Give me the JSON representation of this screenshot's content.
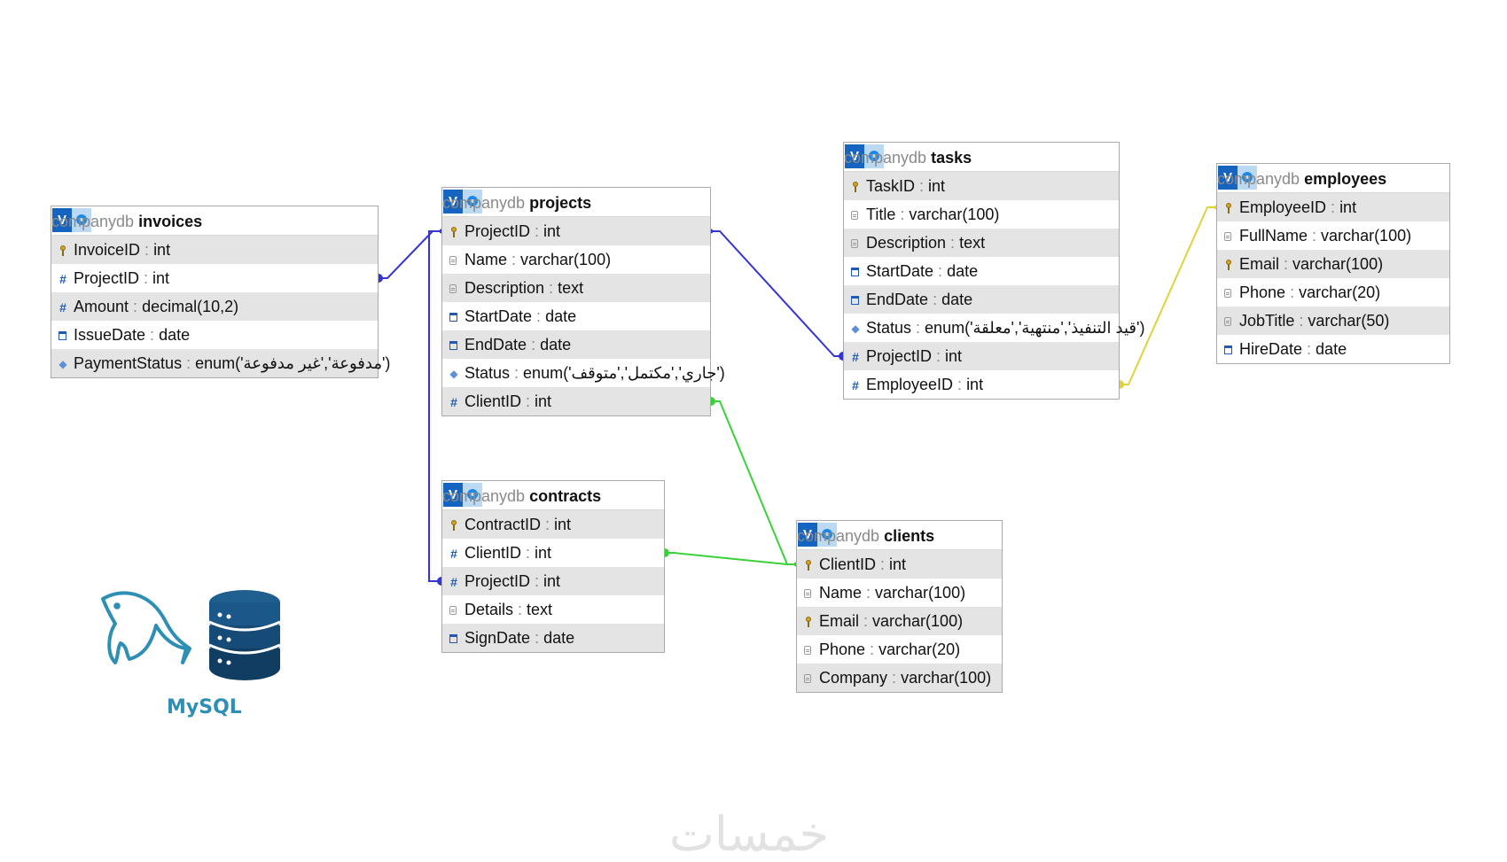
{
  "tables": {
    "invoices": {
      "db": "companydb",
      "name": "invoices",
      "btn": "V",
      "rows": [
        {
          "icon": "key-icon",
          "name": "InvoiceID",
          "type": "int"
        },
        {
          "icon": "number-icon",
          "name": "ProjectID",
          "type": "int"
        },
        {
          "icon": "number-icon",
          "name": "Amount",
          "type": "decimal(10,2)"
        },
        {
          "icon": "date-icon",
          "name": "IssueDate",
          "type": "date"
        },
        {
          "icon": "enum-icon",
          "name": "PaymentStatus",
          "type": "enum('مدفوعة','غير مدفوعة')"
        }
      ]
    },
    "projects": {
      "db": "companydb",
      "name": "projects",
      "btn": "V",
      "rows": [
        {
          "icon": "key-icon",
          "name": "ProjectID",
          "type": "int"
        },
        {
          "icon": "text-icon",
          "name": "Name",
          "type": "varchar(100)"
        },
        {
          "icon": "text-icon",
          "name": "Description",
          "type": "text"
        },
        {
          "icon": "date-icon",
          "name": "StartDate",
          "type": "date"
        },
        {
          "icon": "date-icon",
          "name": "EndDate",
          "type": "date"
        },
        {
          "icon": "enum-icon",
          "name": "Status",
          "type": "enum('جاري','مكتمل','متوقف')"
        },
        {
          "icon": "number-icon",
          "name": "ClientID",
          "type": "int"
        }
      ]
    },
    "tasks": {
      "db": "companydb",
      "name": "tasks",
      "btn": "V",
      "rows": [
        {
          "icon": "key-icon",
          "name": "TaskID",
          "type": "int"
        },
        {
          "icon": "text-icon",
          "name": "Title",
          "type": "varchar(100)"
        },
        {
          "icon": "text-icon",
          "name": "Description",
          "type": "text"
        },
        {
          "icon": "date-icon",
          "name": "StartDate",
          "type": "date"
        },
        {
          "icon": "date-icon",
          "name": "EndDate",
          "type": "date"
        },
        {
          "icon": "enum-icon",
          "name": "Status",
          "type": "enum('قيد التنفيذ','منتهية','معلقة')"
        },
        {
          "icon": "number-icon",
          "name": "ProjectID",
          "type": "int"
        },
        {
          "icon": "number-icon",
          "name": "EmployeeID",
          "type": "int"
        }
      ]
    },
    "employees": {
      "db": "companydb",
      "name": "employees",
      "btn": "V",
      "rows": [
        {
          "icon": "key-icon",
          "name": "EmployeeID",
          "type": "int"
        },
        {
          "icon": "text-icon",
          "name": "FullName",
          "type": "varchar(100)"
        },
        {
          "icon": "key-icon",
          "name": "Email",
          "type": "varchar(100)"
        },
        {
          "icon": "text-icon",
          "name": "Phone",
          "type": "varchar(20)"
        },
        {
          "icon": "text-icon",
          "name": "JobTitle",
          "type": "varchar(50)"
        },
        {
          "icon": "date-icon",
          "name": "HireDate",
          "type": "date"
        }
      ]
    },
    "contracts": {
      "db": "companydb",
      "name": "contracts",
      "btn": "V",
      "rows": [
        {
          "icon": "key-icon",
          "name": "ContractID",
          "type": "int"
        },
        {
          "icon": "number-icon",
          "name": "ClientID",
          "type": "int"
        },
        {
          "icon": "number-icon",
          "name": "ProjectID",
          "type": "int"
        },
        {
          "icon": "text-icon",
          "name": "Details",
          "type": "text"
        },
        {
          "icon": "date-icon",
          "name": "SignDate",
          "type": "date"
        }
      ]
    },
    "clients": {
      "db": "companydb",
      "name": "clients",
      "btn": "V",
      "rows": [
        {
          "icon": "key-icon",
          "name": "ClientID",
          "type": "int"
        },
        {
          "icon": "text-icon",
          "name": "Name",
          "type": "varchar(100)"
        },
        {
          "icon": "key-icon",
          "name": "Email",
          "type": "varchar(100)"
        },
        {
          "icon": "text-icon",
          "name": "Phone",
          "type": "varchar(20)"
        },
        {
          "icon": "text-icon",
          "name": "Company",
          "type": "varchar(100)"
        }
      ]
    }
  },
  "relations": [
    {
      "from": "invoices.ProjectID",
      "to": "projects.ProjectID",
      "color": "#3535d0"
    },
    {
      "from": "contracts.ProjectID",
      "to": "projects.ProjectID",
      "color": "#3535d0"
    },
    {
      "from": "tasks.ProjectID",
      "to": "projects.ProjectID",
      "color": "#3535d0"
    },
    {
      "from": "projects.ClientID",
      "to": "clients.ClientID",
      "color": "#39d139"
    },
    {
      "from": "contracts.ClientID",
      "to": "clients.ClientID",
      "color": "#39d139"
    },
    {
      "from": "tasks.EmployeeID",
      "to": "employees.EmployeeID",
      "color": "#e2d23a"
    }
  ],
  "logo": {
    "label": "MySQL",
    "dolphin_color": "#2e8fb5",
    "db_color": "#1f5f8f"
  },
  "watermark": "خمسات"
}
